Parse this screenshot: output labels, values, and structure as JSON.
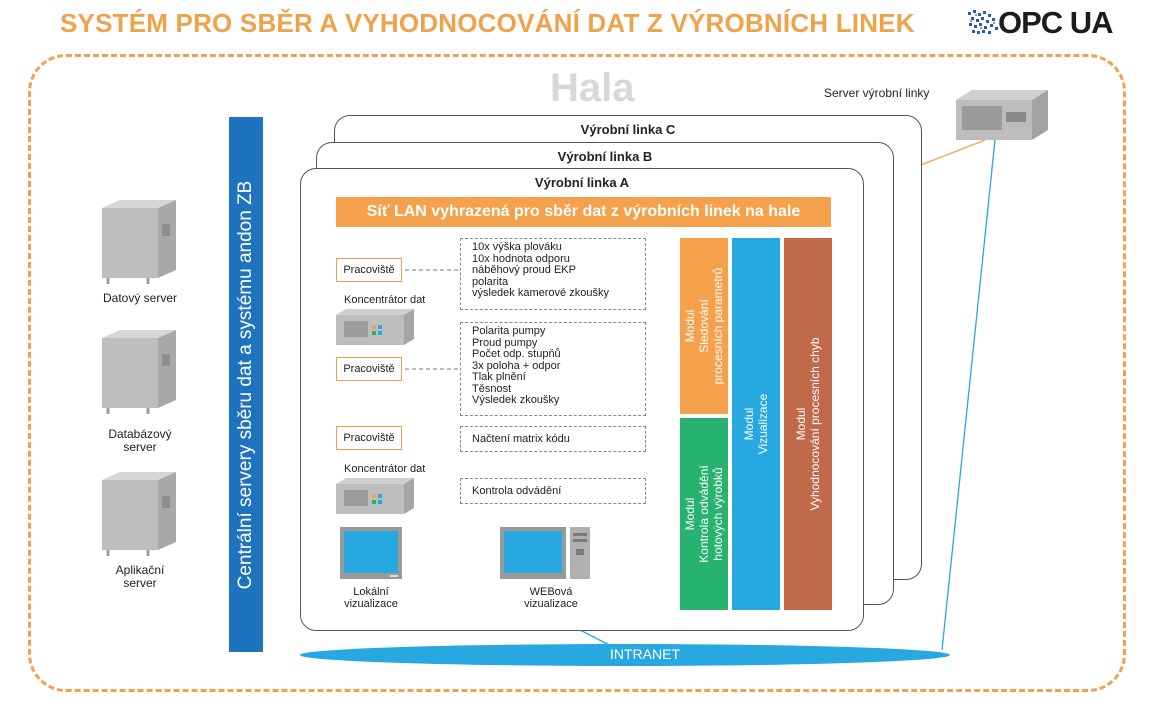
{
  "title": "SYSTÉM PRO SBĚR A VYHODNOCOVÁNÍ DAT Z VÝROBNÍCH LINEK",
  "logo": "OPC UA",
  "hall_label": "Hala",
  "servers": [
    {
      "label": "Datový server"
    },
    {
      "label": "Databázový\nserver"
    },
    {
      "label": "Aplikační\nserver"
    }
  ],
  "central_bar": "Centrální servery sběru dat a systému andon ZB",
  "production_server": "Server výrobní linky",
  "lines": [
    "Výrobní linka C",
    "Výrobní linka B",
    "Výrobní linka A"
  ],
  "lan": "Síť LAN vyhrazená pro sběr dat z výrobních linek na hale",
  "workstation_label": "Pracoviště",
  "concentrator_label": "Koncentrátor dat",
  "data_boxes": [
    [
      "10x výška plováku",
      "10x hodnota odporu",
      "náběhový proud EKP",
      "polarita",
      "výsledek kamerové zkoušky"
    ],
    [
      "Polarita pumpy",
      "Proud pumpy",
      "Počet odp. stupňů",
      "3x poloha + odpor",
      "Tlak plnění",
      "Těsnost",
      "Výsledek zkoušky"
    ],
    [
      "Načtení matrix kódu"
    ],
    [
      "Kontrola odvádění"
    ]
  ],
  "visualizations": {
    "local": "Lokální\nvizualizace",
    "web": "WEBová\nvizualizace"
  },
  "modules": [
    {
      "label": "Modul\nSledování\nprocesních parametrů",
      "color": "#f5a04a"
    },
    {
      "label": "Modul\nKontrola odvádění\nhotových výrobků",
      "color": "#27b36f"
    },
    {
      "label": "Modul\nVizualizace",
      "color": "#27a8e0"
    },
    {
      "label": "Modul\nVyhodnocování procesních chyb",
      "color": "#c06a4a"
    }
  ],
  "intranet": "INTRANET",
  "colors": {
    "accent": "#f0a24a",
    "central": "#1e73be",
    "intranet": "#27a8e0"
  }
}
